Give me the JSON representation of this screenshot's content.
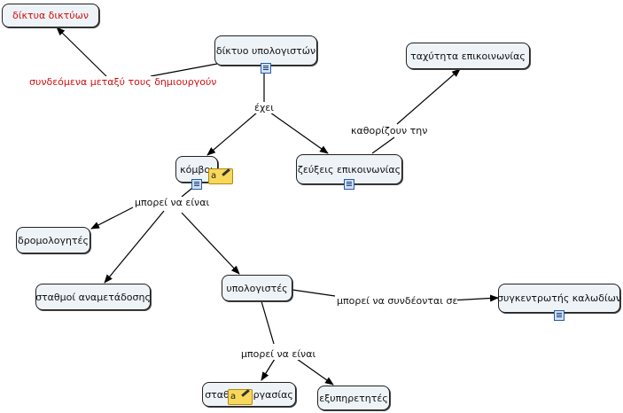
{
  "nodes": {
    "diktya_diktyon": "δίκτυα δικτύων",
    "diktyo_ypologiston": "δίκτυο υπολογιστών",
    "taxytita": "ταχύτητα επικοινωνίας",
    "komvoi": "κόμβοι",
    "zeykseis": "ζεύξεις επικοινωνίας",
    "dromologites": "δρομολογητές",
    "stathmoi_anametadosis": "σταθμοί αναμετάδοσης",
    "ypologistes": "υπολογιστές",
    "sygkentrotis": "συγκεντρωτής καλωδίων",
    "stathmoi_ergasias": "σταθμοί εργασίας",
    "eksypiretites": "εξυπηρετητές"
  },
  "links": {
    "syndedemena": "συνδεόμενα μεταξύ τους δημιουργούν",
    "exei": "έχει",
    "kathorizoun": "καθορίζουν την",
    "mporei_na_einai_1": "μπορεί να είναι",
    "mporei_na_syndeontai": "μπορεί να συνδέονται σε",
    "mporei_na_einai_2": "μπορεί να είναι"
  },
  "icons": {
    "note_glyph": "a"
  },
  "colors": {
    "red_text": "#d01010",
    "node_fill": "#eef3f7"
  }
}
